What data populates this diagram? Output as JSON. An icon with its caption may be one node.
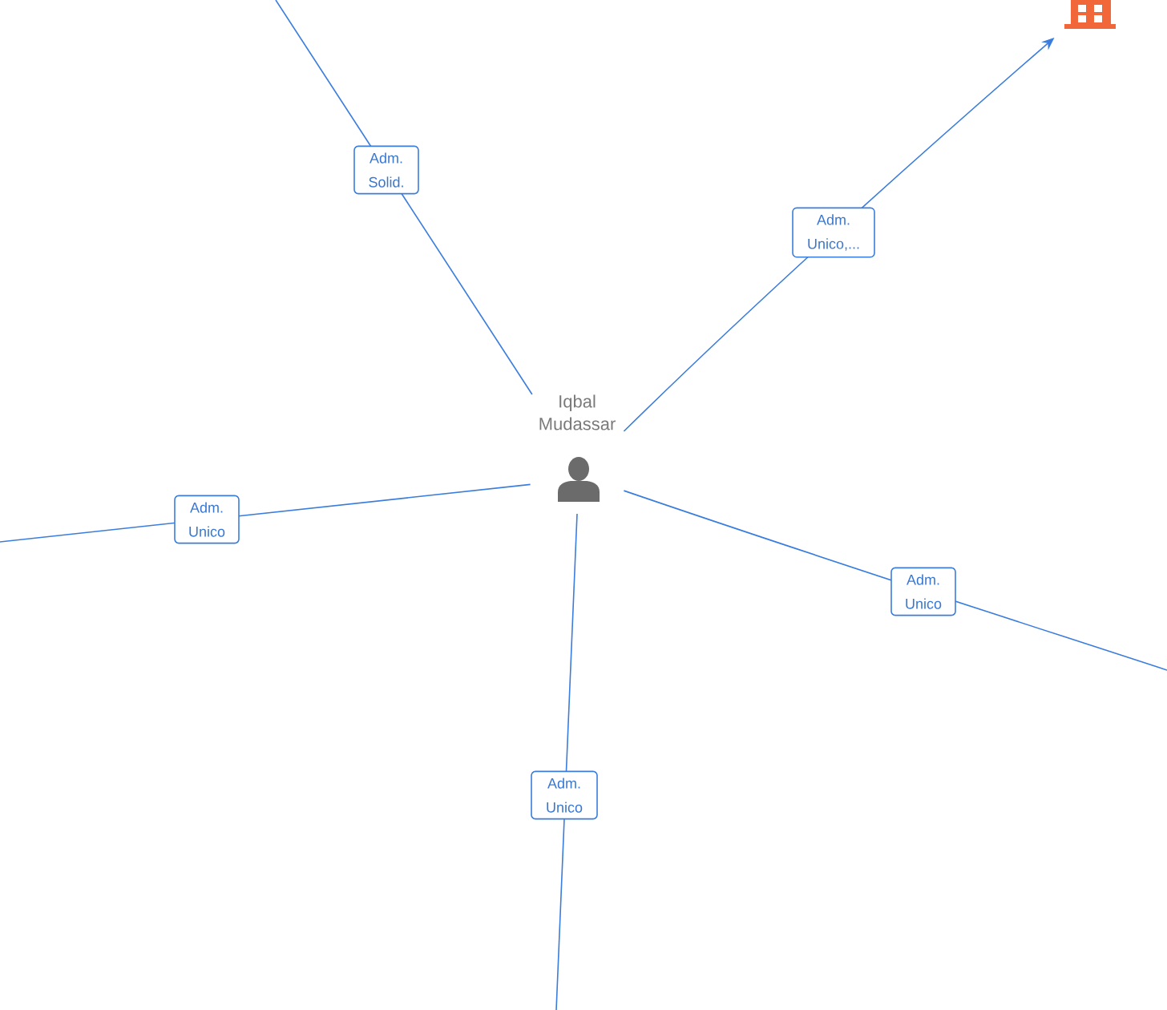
{
  "diagram": {
    "nodes": [
      {
        "text": [
          "Iqbal Mudassar"
        ]
      },
      {
        "text": [],
        "shape": "picture"
      }
    ],
    "edges": [
      {
        "from": 0,
        "to": null,
        "arrow": "none",
        "label": "Adm. Solid."
      },
      {
        "from": 0,
        "to": 1,
        "arrow": "to",
        "label": "Adm. Unico,..."
      },
      {
        "from": 0,
        "to": null,
        "arrow": "none",
        "label": "Adm. Unico"
      },
      {
        "from": 0,
        "to": null,
        "arrow": "none",
        "label": "Adm. Unico"
      },
      {
        "from": 0,
        "to": null,
        "arrow": "none",
        "label": "Adm. Unico"
      }
    ]
  }
}
